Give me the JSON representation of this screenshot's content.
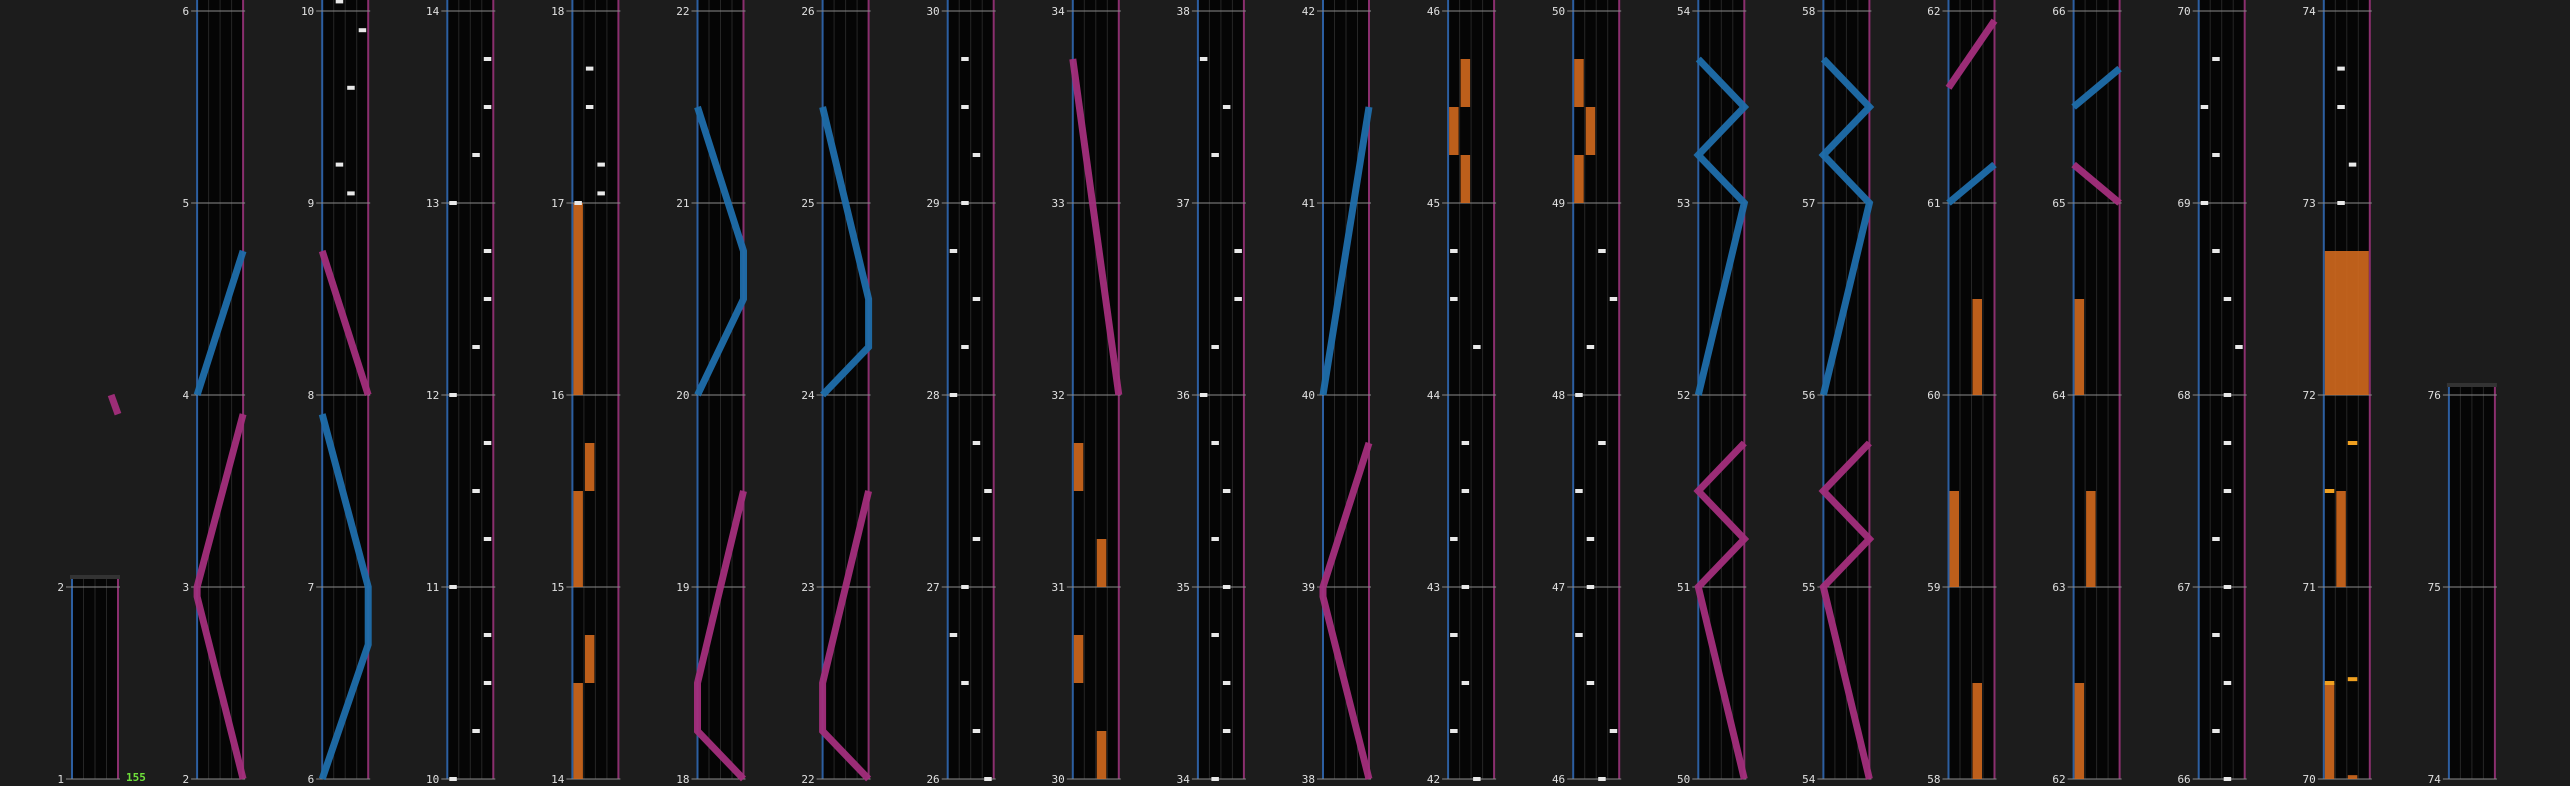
{
  "colors": {
    "background": "#1c1c1c",
    "lane": "#050505",
    "grid": "#262626",
    "left_border": "#2c5ea0",
    "right_border": "#8a2f6e",
    "laser_blue": "#1f6eab",
    "laser_pink": "#a32e7c",
    "hold": "#d2691e",
    "chip": "#e8e8e8",
    "fx_chip": "#f0a020",
    "combo": "#6ee03a"
  },
  "combo_count": "155",
  "columns": [
    {
      "bottom_label": "1",
      "top_label": "2",
      "measures": 1,
      "partial": true
    },
    {
      "bottom_label": "2",
      "labels": [
        "2",
        "3",
        "4",
        "5",
        "6"
      ]
    },
    {
      "bottom_label": "6",
      "labels": [
        "6",
        "7",
        "8",
        "9",
        "10"
      ]
    },
    {
      "bottom_label": "10",
      "labels": [
        "10",
        "11",
        "12",
        "13",
        "14"
      ]
    },
    {
      "bottom_label": "14",
      "labels": [
        "14",
        "15",
        "16",
        "17",
        "18"
      ]
    },
    {
      "bottom_label": "18",
      "labels": [
        "18",
        "19",
        "20",
        "21",
        "22"
      ]
    },
    {
      "bottom_label": "22",
      "labels": [
        "22",
        "23",
        "24",
        "25",
        "26"
      ]
    },
    {
      "bottom_label": "26",
      "labels": [
        "26",
        "27",
        "28",
        "29",
        "30"
      ]
    },
    {
      "bottom_label": "30",
      "labels": [
        "30",
        "31",
        "32",
        "33",
        "34"
      ]
    },
    {
      "bottom_label": "34",
      "labels": [
        "34",
        "35",
        "36",
        "37",
        "38"
      ]
    },
    {
      "bottom_label": "38",
      "labels": [
        "38",
        "39",
        "40",
        "41",
        "42"
      ]
    },
    {
      "bottom_label": "42",
      "labels": [
        "42",
        "43",
        "44",
        "45",
        "46"
      ]
    },
    {
      "bottom_label": "46",
      "labels": [
        "46",
        "47",
        "48",
        "49",
        "50"
      ]
    },
    {
      "bottom_label": "50",
      "labels": [
        "50",
        "51",
        "52",
        "53",
        "54"
      ]
    },
    {
      "bottom_label": "54",
      "labels": [
        "54",
        "55",
        "56",
        "57",
        "58"
      ]
    },
    {
      "bottom_label": "58",
      "labels": [
        "58",
        "59",
        "60",
        "61",
        "62"
      ]
    },
    {
      "bottom_label": "62",
      "labels": [
        "62",
        "63",
        "64",
        "65",
        "66"
      ]
    },
    {
      "bottom_label": "66",
      "labels": [
        "66",
        "67",
        "68",
        "69",
        "70"
      ]
    },
    {
      "bottom_label": "70",
      "labels": [
        "70",
        "71",
        "72",
        "73",
        "74"
      ]
    },
    {
      "bottom_label": "74",
      "labels": [
        "74",
        "75",
        "76"
      ],
      "partial": true
    }
  ]
}
